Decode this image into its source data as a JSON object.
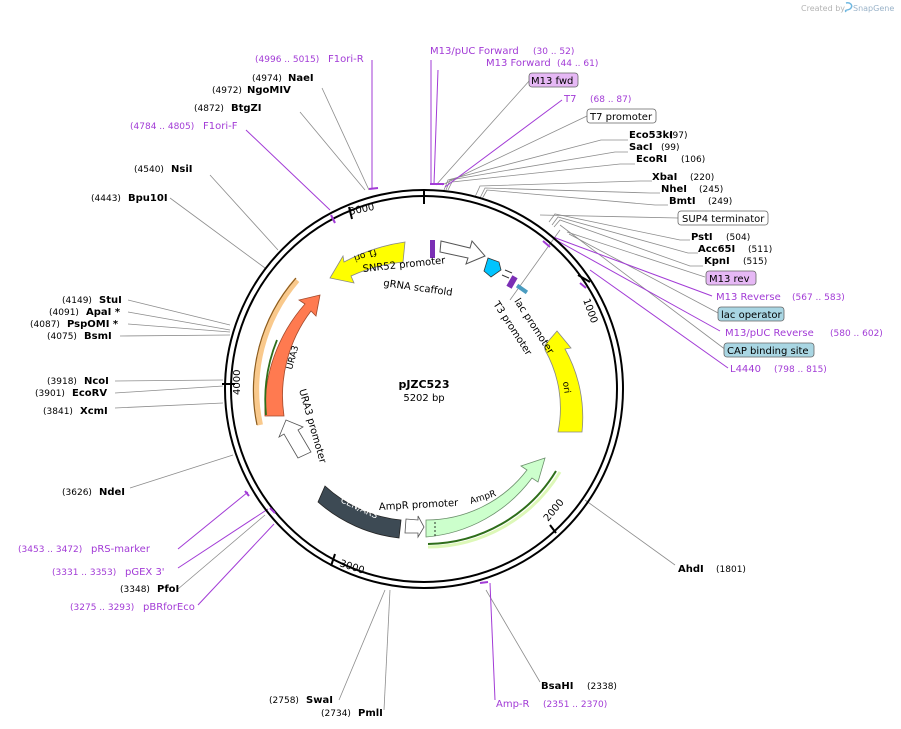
{
  "watermark": {
    "prefix": "Created by",
    "brand": "SnapGene"
  },
  "plasmid": {
    "name": "pJZC523",
    "size": "5202 bp"
  },
  "ticks": [
    "1000",
    "2000",
    "3000",
    "4000",
    "5000"
  ],
  "features": [
    {
      "id": "snr52",
      "label": "SNR52 promoter",
      "color": "#ffffff"
    },
    {
      "id": "grna",
      "label": "gRNA scaffold",
      "color": "#00c4ff"
    },
    {
      "id": "lacprom",
      "label": "lac promoter",
      "color": "#ffffff"
    },
    {
      "id": "t3prom",
      "label": "T3 promoter",
      "color": "#ffffff"
    },
    {
      "id": "ori",
      "label": "ori",
      "color": "#ffff00"
    },
    {
      "id": "ampr",
      "label": "AmpR",
      "color": "#ccffcc"
    },
    {
      "id": "ampprom",
      "label": "AmpR promoter",
      "color": "#ffffff"
    },
    {
      "id": "cenars",
      "label": "CEN/ARS",
      "color": "#3d4a54"
    },
    {
      "id": "ura3prom",
      "label": "URA3 promoter",
      "color": "#ffffff"
    },
    {
      "id": "ura3",
      "label": "URA3",
      "color": "#ff7a50"
    },
    {
      "id": "f1ori",
      "label": "f1 ori",
      "color": "#ffff00"
    }
  ],
  "enzymes_right": [
    {
      "name": "Eco53kI",
      "pos": "(97)"
    },
    {
      "name": "SacI",
      "pos": "(99)"
    },
    {
      "name": "EcoRI",
      "pos": "(106)"
    },
    {
      "name": "XbaI",
      "pos": "(220)"
    },
    {
      "name": "NheI",
      "pos": "(245)"
    },
    {
      "name": "BmtI",
      "pos": "(249)"
    },
    {
      "name": "PstI",
      "pos": "(504)"
    },
    {
      "name": "Acc65I",
      "pos": "(511)"
    },
    {
      "name": "KpnI",
      "pos": "(515)"
    },
    {
      "name": "AhdI",
      "pos": "(1801)"
    },
    {
      "name": "BsaHI",
      "pos": "(2338)"
    }
  ],
  "enzymes_left": [
    {
      "name": "NaeI",
      "pos": "(4974)"
    },
    {
      "name": "NgoMIV",
      "pos": "(4972)"
    },
    {
      "name": "BtgZI",
      "pos": "(4872)"
    },
    {
      "name": "NsiI",
      "pos": "(4540)"
    },
    {
      "name": "Bpu10I",
      "pos": "(4443)"
    },
    {
      "name": "StuI",
      "pos": "(4149)"
    },
    {
      "name": "ApaI *",
      "pos": "(4091)"
    },
    {
      "name": "PspOMI *",
      "pos": "(4087)"
    },
    {
      "name": "BsmI",
      "pos": "(4075)"
    },
    {
      "name": "NcoI",
      "pos": "(3918)"
    },
    {
      "name": "EcoRV",
      "pos": "(3901)"
    },
    {
      "name": "XcmI",
      "pos": "(3841)"
    },
    {
      "name": "NdeI",
      "pos": "(3626)"
    },
    {
      "name": "PfoI",
      "pos": "(3348)"
    },
    {
      "name": "SwaI",
      "pos": "(2758)"
    },
    {
      "name": "PmlI",
      "pos": "(2734)"
    }
  ],
  "primers": [
    {
      "name": "M13/pUC Forward",
      "pos": "(30 .. 52)"
    },
    {
      "name": "M13 Forward",
      "pos": "(44 .. 61)"
    },
    {
      "name": "T7",
      "pos": "(68 .. 87)"
    },
    {
      "name": "M13 Reverse",
      "pos": "(567 .. 583)"
    },
    {
      "name": "M13/pUC Reverse",
      "pos": "(580 .. 602)"
    },
    {
      "name": "L4440",
      "pos": "(798 .. 815)"
    },
    {
      "name": "Amp-R",
      "pos": "(2351 .. 2370)"
    },
    {
      "name": "F1ori-R",
      "pos": "(4996 .. 5015)"
    },
    {
      "name": "F1ori-F",
      "pos": "(4784 .. 4805)"
    },
    {
      "name": "pRS-marker",
      "pos": "(3453 .. 3472)"
    },
    {
      "name": "pGEX 3'",
      "pos": "(3331 .. 3353)"
    },
    {
      "name": "pBRforEco",
      "pos": "(3275 .. 3293)"
    }
  ],
  "boxes": [
    {
      "label": "M13 fwd",
      "fill": "#e6b8f5"
    },
    {
      "label": "T7 promoter",
      "fill": "#ffffff"
    },
    {
      "label": "SUP4 terminator",
      "fill": "#ffffff"
    },
    {
      "label": "M13 rev",
      "fill": "#e6b8f5"
    },
    {
      "label": "lac operator",
      "fill": "#a9d6e3"
    },
    {
      "label": "CAP binding site",
      "fill": "#a9d6e3"
    }
  ],
  "colors": {
    "primer": "#a23bd6",
    "ring": "#000000",
    "leader": "#8c8c8c"
  }
}
